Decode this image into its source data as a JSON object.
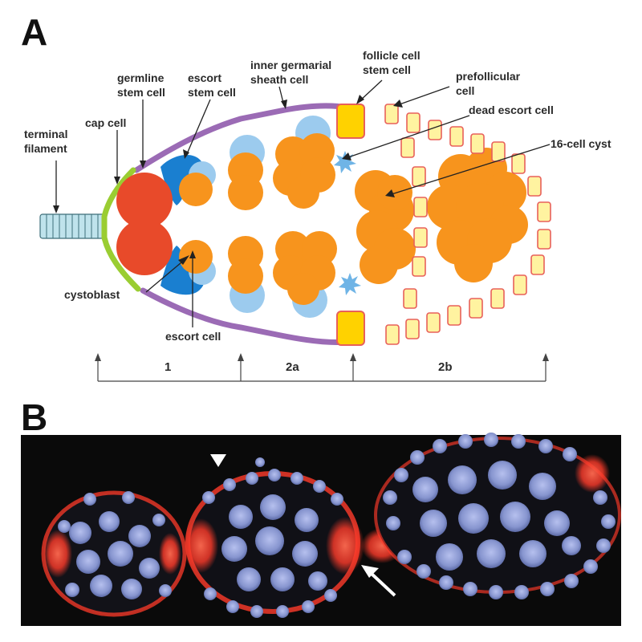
{
  "panel_a": {
    "letter": "A",
    "labels": {
      "terminal_filament": [
        "terminal",
        "filament"
      ],
      "cap_cell": "cap cell",
      "germline_stem_cell": [
        "germline",
        "stem cell"
      ],
      "escort_stem_cell": [
        "escort",
        "stem cell"
      ],
      "inner_germarial_sheath_cell": [
        "inner germarial",
        "sheath cell"
      ],
      "follicle_cell_stem_cell": [
        "follicle cell",
        "stem cell"
      ],
      "prefollicular_cell": [
        "prefollicular",
        "cell"
      ],
      "dead_escort_cell": "dead escort cell",
      "sixteen_cell_cyst": "16-cell cyst",
      "cystoblast": "cystoblast",
      "escort_cell": "escort cell"
    },
    "regions": [
      "1",
      "2a",
      "2b"
    ]
  },
  "panel_b": {
    "letter": "B"
  },
  "colors": {
    "germline_stem_cell": "#e84a2a",
    "germline_cyst": "#f7941d",
    "escort_cell": "#1a7fd0",
    "escort_light": "#9ccbee",
    "sheath": "#9b6bb5",
    "cap_cell": "#9acd32",
    "terminal_filament": "#bfe3ec",
    "follicle_stem_cell": "#ffd200",
    "prefollicular_fill": "#fff3a0",
    "prefollicular_border": "#e8605a",
    "micro_background": "#0a0a0a",
    "micro_red": "#ff3b2a",
    "micro_nuclei": "#8e9bd6"
  }
}
